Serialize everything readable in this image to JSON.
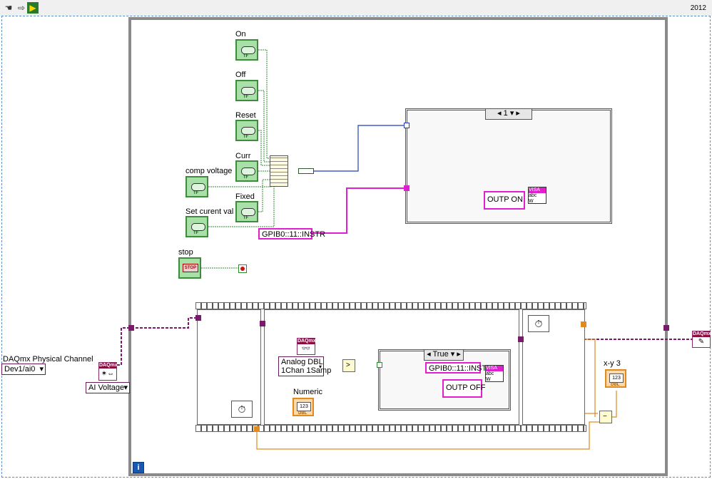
{
  "toolbar": {
    "pan_icon": "hand-icon",
    "arrow_icon": "arrow-icon",
    "run_icon": "run-icon",
    "year": "2012"
  },
  "controls": {
    "on": "On",
    "off": "Off",
    "reset": "Reset",
    "curr": "Curr",
    "fixed": "Fixed",
    "comp_voltage": "comp voltage",
    "set_current_val": "Set curent val",
    "stop": "stop",
    "stop_button_text": "STOP",
    "tf": "TF"
  },
  "top_case": {
    "selector": "1",
    "cmd": "OUTP ON"
  },
  "gpib_top": "GPIB0::11::INSTR",
  "sequence": {
    "daq_read_mode_line1": "Analog DBL",
    "daq_read_mode_line2": "1Chan 1Samp",
    "numeric_label": "Numeric",
    "numeric_readout": "123",
    "numeric_type": "DBL",
    "inner_case_selector": "True",
    "gpib_inner": "GPIB0::11::INSTR",
    "inner_cmd": "OUTP OFF",
    "xy_label": "x-y 3",
    "xy_readout": "123",
    "xy_type": "DBL"
  },
  "daq": {
    "channel_label": "DAQmx Physical Channel",
    "channel_value": "Dev1/ai0",
    "mode": "AI Voltage",
    "badge": "DAQmx"
  },
  "visa_text": {
    "line1": "VISA",
    "line2": "abc",
    "line3": "W"
  },
  "loop_info": "i"
}
